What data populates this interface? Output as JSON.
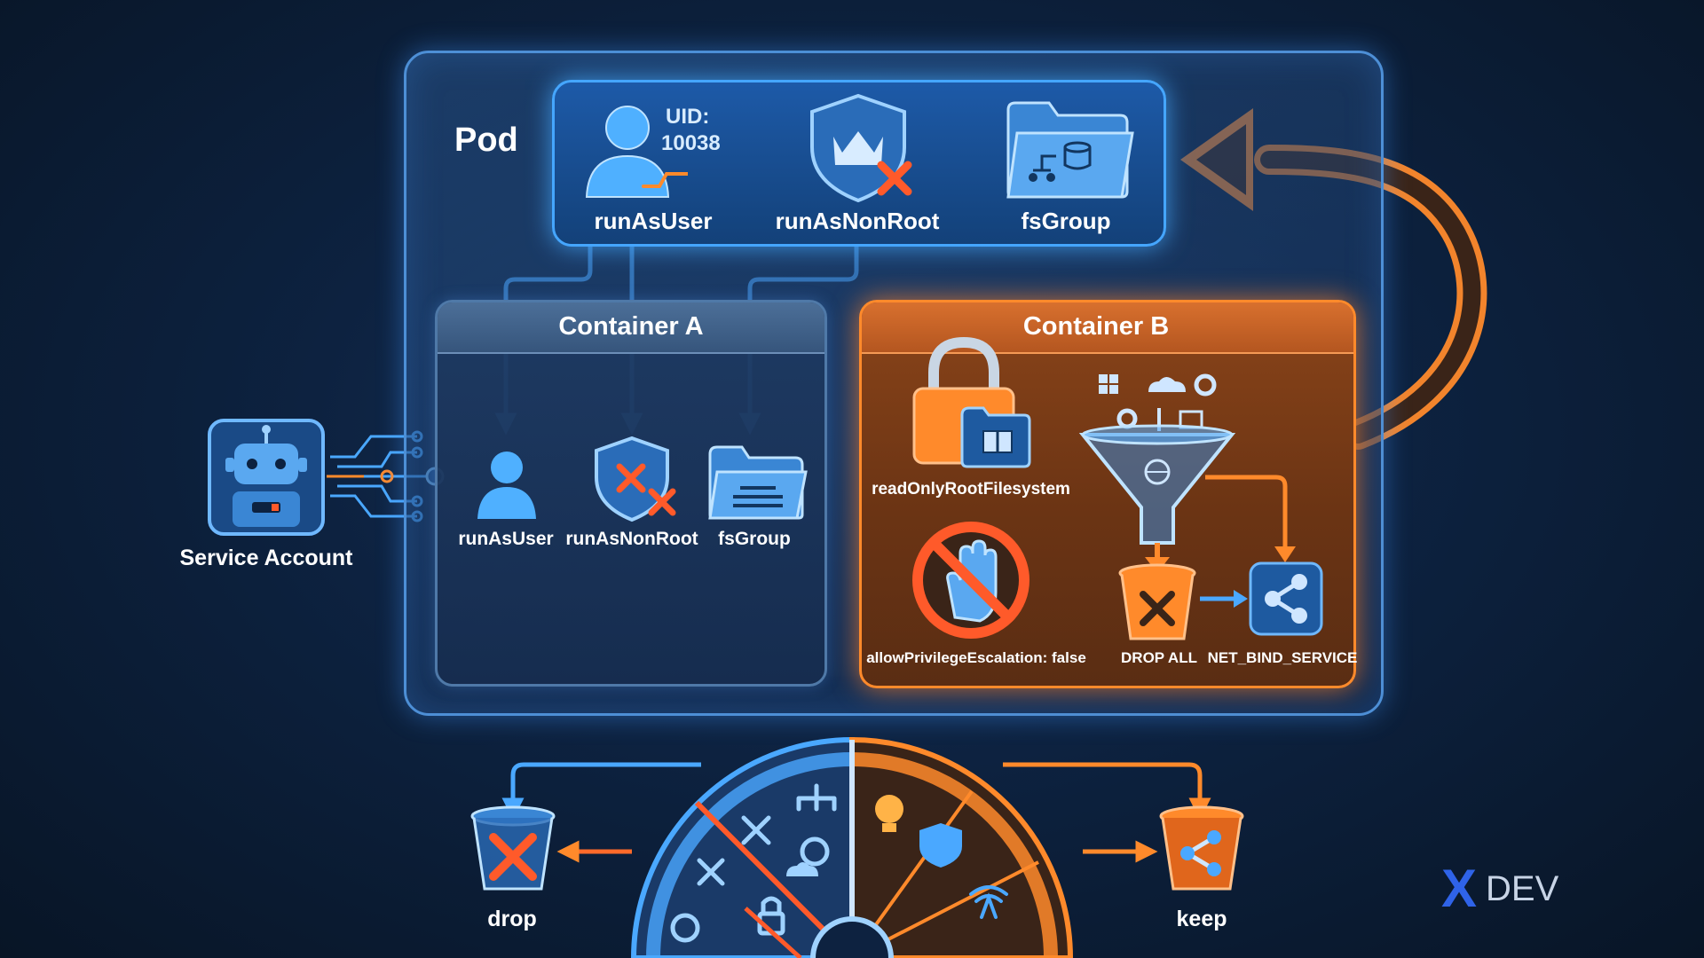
{
  "pod": {
    "title": "Pod",
    "uid_label": "UID:",
    "uid_value": "10038",
    "run_as_user": "runAsUser",
    "run_as_non_root": "runAsNonRoot",
    "fs_group": "fsGroup"
  },
  "service_account": {
    "label": "Service Account"
  },
  "container_a": {
    "title": "Container A",
    "run_as_user": "runAsUser",
    "run_as_non_root": "runAsNonRoot",
    "fs_group": "fsGroup"
  },
  "container_b": {
    "title": "Container B",
    "read_only_root_fs": "readOnlyRootFilesystem",
    "allow_priv_esc": "allowPrivilegeEscalation: false",
    "drop_all": "DROP ALL",
    "net_bind_service": "NET_BIND_SERVICE"
  },
  "capabilities": {
    "drop_label": "drop",
    "keep_label": "keep"
  },
  "logo": {
    "mark": "X",
    "text": "DEV"
  },
  "colors": {
    "blue_accent": "#45a6ff",
    "orange_accent": "#ff8a2b",
    "red_cross": "#ff5a2a",
    "background": "#0d2240"
  }
}
